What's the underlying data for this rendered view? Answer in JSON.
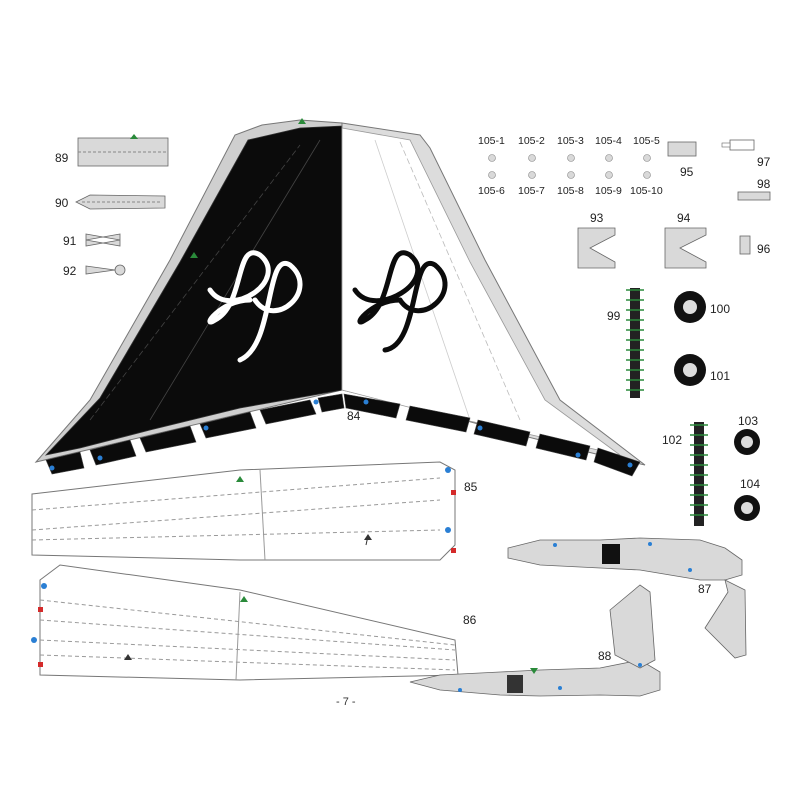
{
  "page_number": "- 7 -",
  "parts": {
    "p84": "84",
    "p85": "85",
    "p86": "86",
    "p87": "87",
    "p88": "88",
    "p89": "89",
    "p90": "90",
    "p91": "91",
    "p92": "92",
    "p93": "93",
    "p94": "94",
    "p95": "95",
    "p96": "96",
    "p97": "97",
    "p98": "98",
    "p99": "99",
    "p100": "100",
    "p101": "101",
    "p102": "102",
    "p103": "103",
    "p104": "104"
  },
  "small_parts": {
    "row1": [
      "105-1",
      "105-2",
      "105-3",
      "105-4",
      "105-5"
    ],
    "row2": [
      "105-6",
      "105-7",
      "105-8",
      "105-9",
      "105-10"
    ]
  },
  "colors": {
    "tail_black": "#0b0b0b",
    "panel_grey": "#d9d9d9",
    "marker_blue": "#2a7fd4",
    "marker_red": "#d42a2a",
    "marker_green": "#2a8a3a"
  }
}
